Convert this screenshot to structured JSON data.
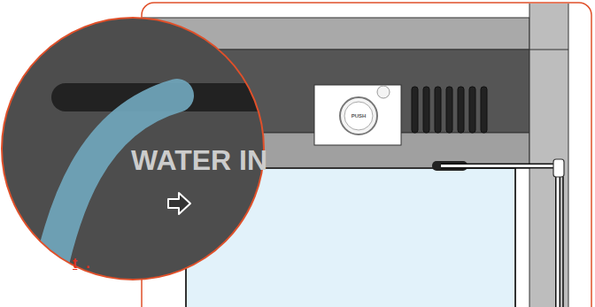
{
  "diagram": {
    "labels": [
      "PUSH",
      "WATER IN",
      "t",
      "."
    ]
  }
}
